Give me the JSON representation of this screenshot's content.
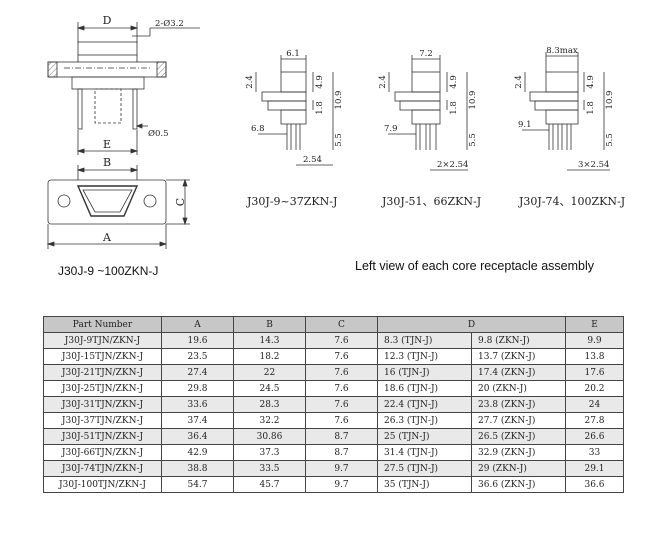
{
  "front_view": {
    "dim_d": "D",
    "dim_holes": "2-Ø3.2",
    "dim_pin": "Ø0.5",
    "dim_e": "E"
  },
  "bottom_view": {
    "dim_b": "B",
    "dim_c": "C",
    "dim_a": "A"
  },
  "side_views": [
    {
      "top_width": "6.1",
      "flange_height": "2.4",
      "upper_height": "4.9",
      "mid_height": "1.8",
      "total_height": "10.9",
      "bottom_width": "6.8",
      "pin_length": "5.5",
      "pitch": "2.54",
      "caption": "J30J-9~37ZKN-J"
    },
    {
      "top_width": "7.2",
      "flange_height": "2.4",
      "upper_height": "4.9",
      "mid_height": "1.8",
      "total_height": "10.9",
      "bottom_width": "7.9",
      "pin_length": "5.5",
      "pitch": "2×2.54",
      "caption": "J30J-51、66ZKN-J"
    },
    {
      "top_width": "8.3max",
      "flange_height": "2.4",
      "upper_height": "4.9",
      "mid_height": "1.8",
      "total_height": "10.9",
      "bottom_width": "9.1",
      "pin_length": "5.5",
      "pitch": "3×2.54",
      "caption": "J30J-74、100ZKN-J"
    }
  ],
  "captions": {
    "main": "J30J-9 ~100ZKN-J",
    "left_view": "Left view of each core receptacle assembly"
  },
  "table": {
    "headers": [
      "Part Number",
      "A",
      "B",
      "C",
      "D",
      "E"
    ],
    "rows": [
      [
        "J30J-9TJN/ZKN-J",
        "19.6",
        "14.3",
        "7.6",
        "8.3 (TJN-J)",
        "9.8 (ZKN-J)",
        "9.9"
      ],
      [
        "J30J-15TJN/ZKN-J",
        "23.5",
        "18.2",
        "7.6",
        "12.3 (TJN-J)",
        "13.7 (ZKN-J)",
        "13.8"
      ],
      [
        "J30J-21TJN/ZKN-J",
        "27.4",
        "22",
        "7.6",
        "16 (TJN-J)",
        "17.4 (ZKN-J)",
        "17.6"
      ],
      [
        "J30J-25TJN/ZKN-J",
        "29.8",
        "24.5",
        "7.6",
        "18.6 (TJN-J)",
        "20 (ZKN-J)",
        "20.2"
      ],
      [
        "J30J-31TJN/ZKN-J",
        "33.6",
        "28.3",
        "7.6",
        "22.4 (TJN-J)",
        "23.8 (ZKN-J)",
        "24"
      ],
      [
        "J30J-37TJN/ZKN-J",
        "37.4",
        "32.2",
        "7.6",
        "26.3 (TJN-J)",
        "27.7 (ZKN-J)",
        "27.8"
      ],
      [
        "J30J-51TJN/ZKN-J",
        "36.4",
        "30.86",
        "8.7",
        "25 (TJN-J)",
        "26.5 (ZKN-J)",
        "26.6"
      ],
      [
        "J30J-66TJN/ZKN-J",
        "42.9",
        "37.3",
        "8.7",
        "31.4 (TJN-J)",
        "32.9 (ZKN-J)",
        "33"
      ],
      [
        "J30J-74TJN/ZKN-J",
        "38.8",
        "33.5",
        "9.7",
        "27.5 (TJN-J)",
        "29 (ZKN-J)",
        "29.1"
      ],
      [
        "J30J-100TJN/ZKN-J",
        "54.7",
        "45.7",
        "9.7",
        "35 (TJN-J)",
        "36.6 (ZKN-J)",
        "36.6"
      ]
    ]
  }
}
